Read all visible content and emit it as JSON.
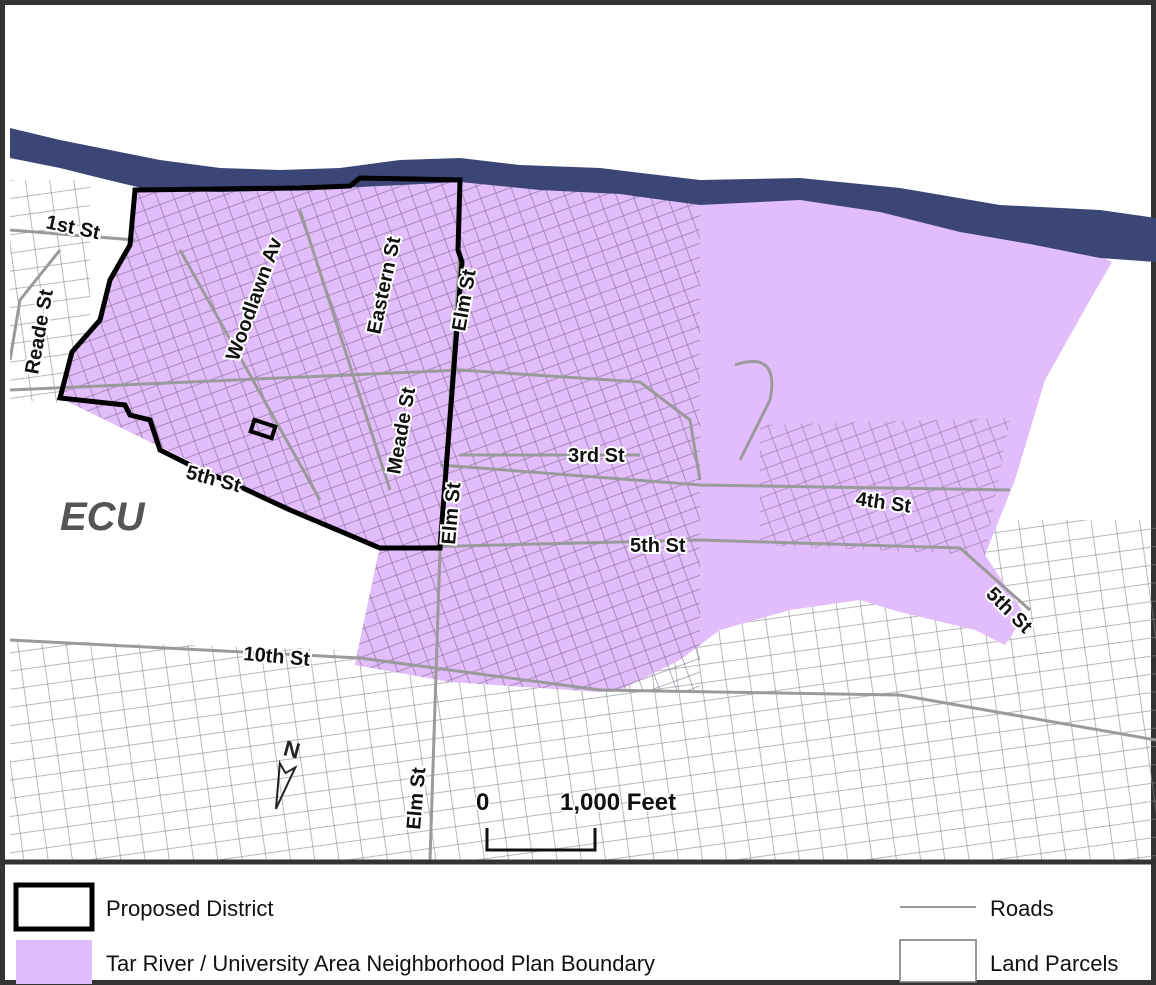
{
  "map": {
    "colors": {
      "river": "#3b4677",
      "plan_boundary_fill": "#e2bdfb",
      "district_outline": "#000000",
      "roads": "#9a9a9a",
      "parcels": "#555555",
      "background": "#ffffff"
    },
    "road_labels": {
      "first_st": "1st St",
      "reade_st": "Reade St",
      "woodlawn_av": "Woodlawn Av",
      "eastern_st": "Eastern St",
      "elm_st_north": "Elm St",
      "meade_st": "Meade St",
      "elm_st_mid": "Elm St",
      "third_st": "3rd St",
      "fourth_st": "4th St",
      "fifth_st_west": "5th St",
      "fifth_st_mid": "5th St",
      "fifth_st_east": "5th St",
      "tenth_st": "10th St",
      "elm_st_south": "Elm St"
    },
    "campus_label": "ECU",
    "scale_bar": {
      "zero": "0",
      "distance": "1,000 Feet"
    },
    "north_arrow": "N"
  },
  "legend": {
    "proposed_district": "Proposed District",
    "plan_boundary": "Tar River / University Area Neighborhood Plan Boundary",
    "roads": "Roads",
    "land_parcels": "Land Parcels"
  }
}
